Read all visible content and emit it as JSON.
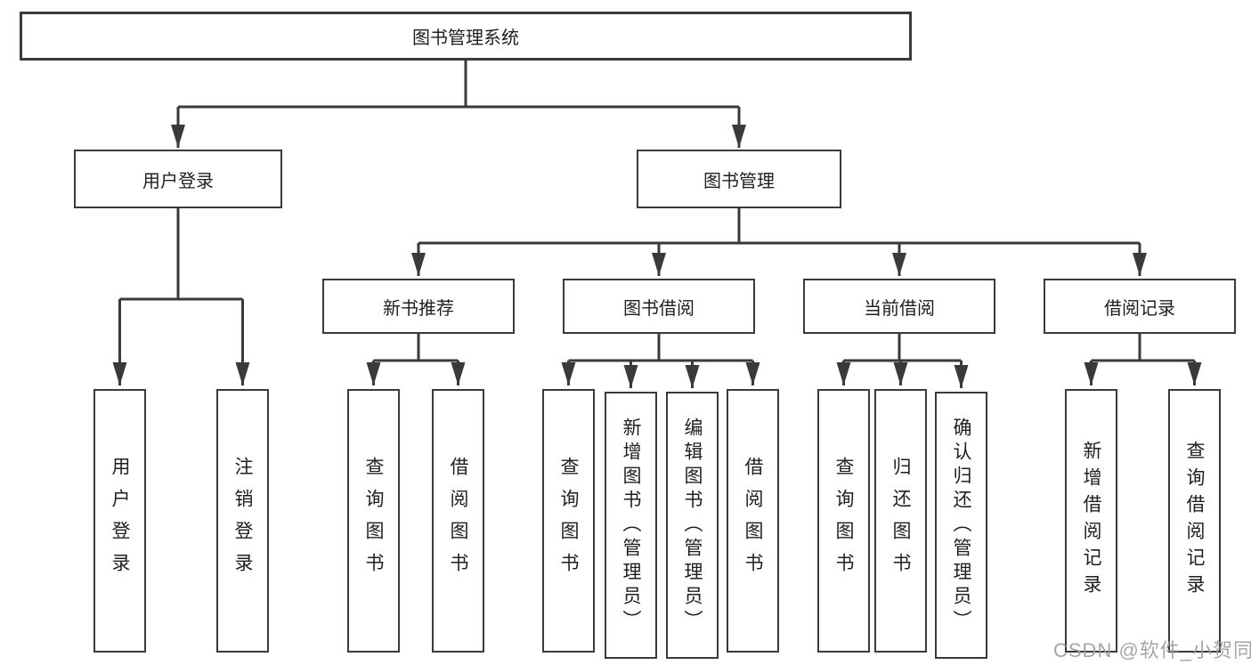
{
  "diagram": {
    "root": {
      "label": "图书管理系统"
    },
    "level2": [
      {
        "label": "用户登录"
      },
      {
        "label": "图书管理"
      }
    ],
    "level3": [
      {
        "label": "新书推荐"
      },
      {
        "label": "图书借阅"
      },
      {
        "label": "当前借阅"
      },
      {
        "label": "借阅记录"
      }
    ],
    "leaves": {
      "user": [
        "用户登录",
        "注销登录"
      ],
      "recommend": [
        "查询图书",
        "借阅图书"
      ],
      "borrow": [
        "查询图书",
        "新增图书（管理员）",
        "编辑图书（管理员）",
        "借阅图书"
      ],
      "current": [
        "查询图书",
        "归还图书",
        "确认归还（管理员）"
      ],
      "records": [
        "新增借阅记录",
        "查询借阅记录"
      ]
    }
  },
  "watermark": {
    "text": "CSDN @软件_小贺同学"
  },
  "colors": {
    "line": "#3a3a3a",
    "ink": "#1f1f1f",
    "watermark": "#9c9c9c",
    "background": "#ffffff"
  }
}
